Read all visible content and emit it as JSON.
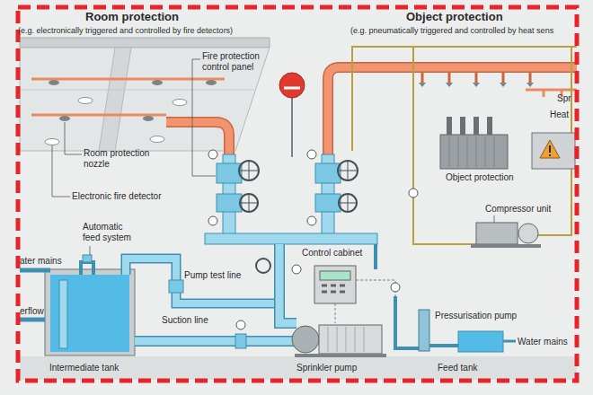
{
  "diagram": {
    "labels": [
      "Room protection",
      "(e.g. electronically triggered and controlled by fire detectors)",
      "Object protection",
      "(e.g. pneumatically triggered and controlled by heat sens",
      "Fire protection control panel",
      "Spr",
      "Heat",
      "Room protection nozzle",
      "Object protection",
      "Electronic fire detector",
      "Compressor unit",
      "Automatic feed system",
      "ater mains",
      "Pump test line",
      "Control cabinet",
      "erflow",
      "Suction line",
      "Pressurisation pump",
      "Water mains",
      "Intermediate tank",
      "Sprinkler pump",
      "Feed tank"
    ]
  }
}
